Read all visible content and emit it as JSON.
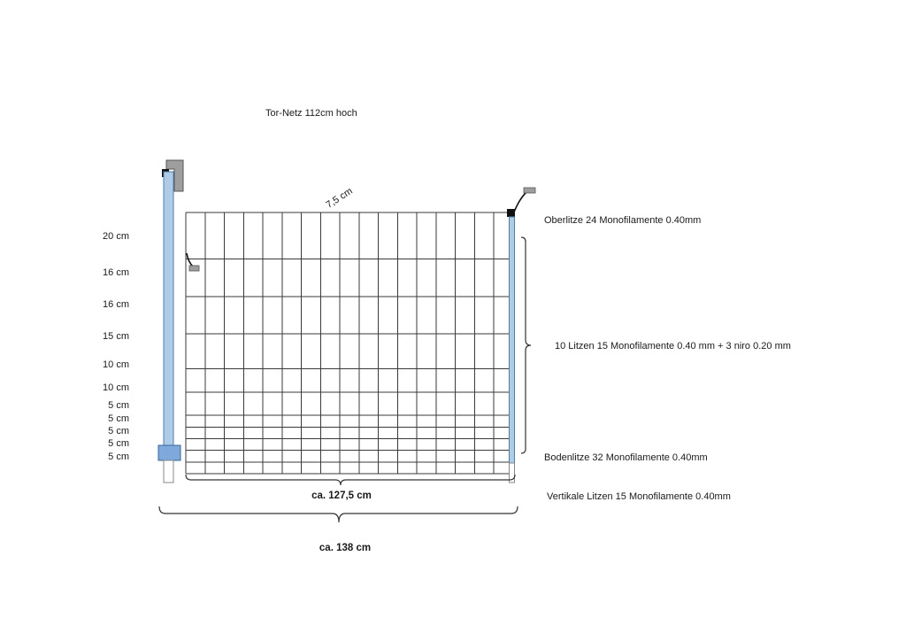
{
  "title": "Tor-Netz 112cm hoch",
  "mesh_width_label": "7,5 cm",
  "row_labels": [
    "20 cm",
    "16 cm",
    "16 cm",
    "15 cm",
    "10 cm",
    "10 cm",
    "5 cm",
    "5 cm",
    "5 cm",
    "5 cm",
    "5 cm"
  ],
  "grid": {
    "row_heights_cm": [
      20,
      16,
      16,
      15,
      10,
      10,
      5,
      5,
      5,
      5,
      5
    ],
    "mesh_cm": 7.5,
    "width_cm": 127.5,
    "height_cm": 112
  },
  "annotations": {
    "top_wire": "Oberlitze 24 Monofilamente 0.40mm",
    "middle_wires": "10 Litzen 15 Monofilamente 0.40 mm + 3 niro 0.20 mm",
    "bottom_wire": "Bodenlitze 32 Monofilamente 0.40mm",
    "vertical_wires": "Vertikale Litzen 15 Monofilamente 0.40mm"
  },
  "dimensions": {
    "net_width": "ca. 127,5 cm",
    "total_width": "ca. 138 cm"
  },
  "colors": {
    "post_blue": "#aecbe8",
    "post_blue_stroke": "#4d7fae",
    "cap_blue": "#7da9dc",
    "cap_blue_stroke": "#39679c",
    "handle_gray": "#9e9e9e",
    "handle_gray_stroke": "#555555",
    "clamp_black": "#111111",
    "stake_stroke": "#888888"
  }
}
